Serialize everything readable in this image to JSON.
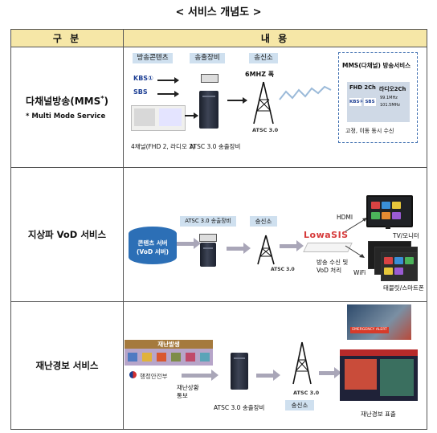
{
  "title": "< 서비스 개념도 >",
  "header": {
    "col_category": "구 분",
    "col_content": "내 용"
  },
  "rows": [
    {
      "label": "다채널방송(MMS*)",
      "label_main": "다채널방송(MMS",
      "label_sup": "*",
      "label_close": ")",
      "note": "* Multi Mode Service",
      "tags": {
        "content": "방송콘텐츠",
        "equipment": "송출장비",
        "transmitter": "송신소"
      },
      "bandwidth": "6MHZ 폭",
      "logos": [
        "KBS①",
        "SBS"
      ],
      "channel_note": "4채널(FHD 2, 라디오 2)",
      "equipment_caption": "ATSC 3.0 송출장비",
      "atsc": "ATSC 3.0",
      "mms_box": {
        "title": "MMS(다채널) 방송서비스",
        "fhd": "FHD 2Ch",
        "radio": "라디오2Ch",
        "kbs": "KBS①",
        "sbs": "SBS",
        "freq1": "99.1MHz",
        "freq2": "101.5MHz",
        "caption": "고정, 이동 동시 수신"
      }
    },
    {
      "label": "지상파 VoD 서비스",
      "db_label_1": "콘텐츠 서버",
      "db_label_2": "(VoD 서버)",
      "tags": {
        "equipment": "ATSC 3.0 송출장비",
        "transmitter": "송신소"
      },
      "atsc": "ATSC 3.0",
      "receiver_brand": "LowaSIS",
      "hdmi": "HDMI",
      "wifi": "WiFi",
      "receive_1": "방송 수신 및",
      "receive_2": "VoD 처리",
      "tv_caption": "TV/모니터",
      "tablet_caption": "태블릿/스마트폰"
    },
    {
      "label": "재난경보 서비스",
      "disaster_banner": "재난발생",
      "ministry": "행정안전부",
      "notify_1": "재난상황",
      "notify_2": "통보",
      "equipment_caption": "ATSC 3.0 송출장비",
      "transmitter_caption": "송신소",
      "atsc": "ATSC 3.0",
      "alert_caption": "재난경보 표출",
      "alert_banner": "EMERGENCY ALERT"
    }
  ]
}
